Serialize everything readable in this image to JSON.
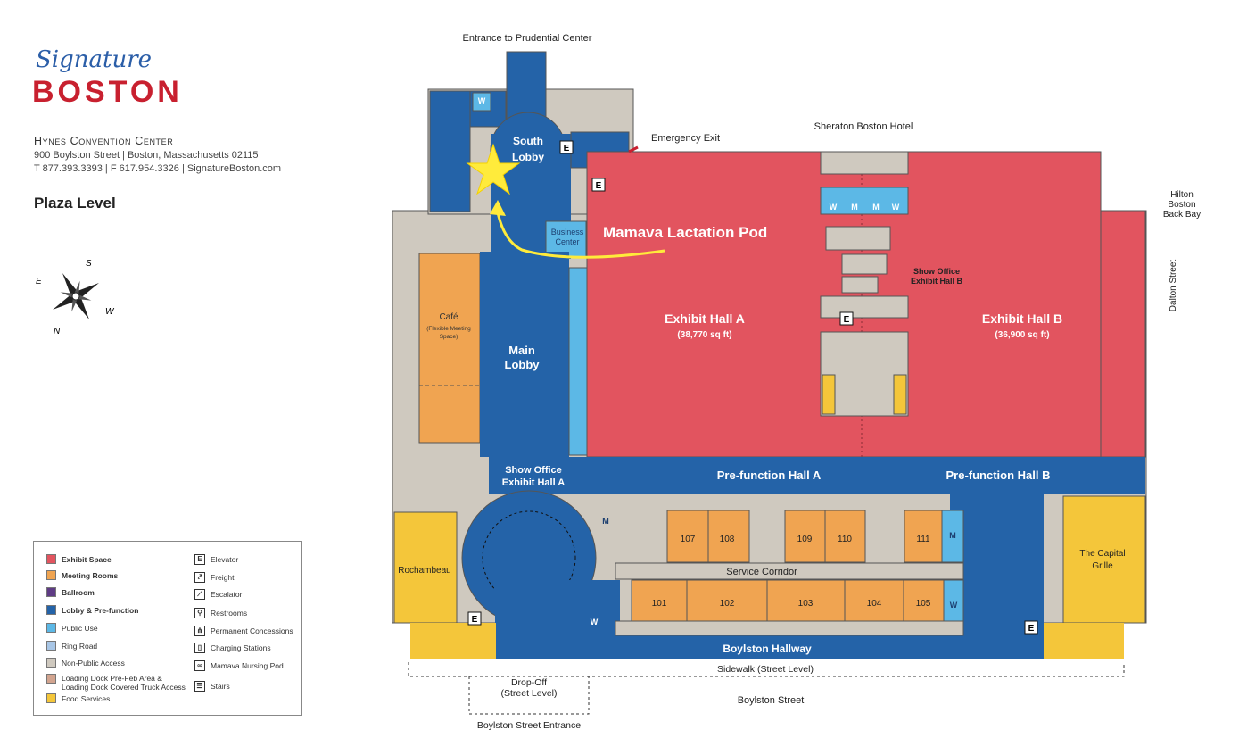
{
  "header": {
    "logo_script": "Signature",
    "logo_main": "BOSTON",
    "venue": "Hynes Convention Center",
    "address": "900 Boylston Street | Boston, Massachusetts 02115",
    "phone": "T 877.393.3393 | F 617.954.3326 | SignatureBoston.com",
    "level": "Plaza Level"
  },
  "compass": {
    "n": "N",
    "s": "S",
    "e": "E",
    "w": "W"
  },
  "streets": {
    "top": "Entrance to Prudential Center",
    "hotel": "Sheraton Boston Hotel",
    "hilton": [
      "Hilton",
      "Boston",
      "Back Bay"
    ],
    "dalton": "Dalton Street",
    "sidewalk": "Sidewalk (Street Level)",
    "boylston_street": "Boylston Street",
    "bottom": "Boylston Street Entrance",
    "emergency": "Emergency Exit",
    "dropoff": [
      "Drop-Off",
      "(Street Level)"
    ]
  },
  "rooms": {
    "south_lobby": [
      "South",
      "Lobby"
    ],
    "business_center": [
      "Business",
      "Center"
    ],
    "cafe": "Café",
    "cafe_note": [
      "(Flexible Meeting",
      "Space)"
    ],
    "main_lobby": [
      "Main",
      "Lobby"
    ],
    "exhibit_a": "Exhibit Hall A",
    "exhibit_a_size": "(38,770 sq ft)",
    "exhibit_b": "Exhibit Hall B",
    "exhibit_b_size": "(36,900 sq ft)",
    "show_office_b": [
      "Show Office",
      "Exhibit Hall B"
    ],
    "show_office_a": [
      "Show Office",
      "Exhibit Hall A"
    ],
    "prefunction_a": "Pre-function Hall A",
    "prefunction_b": "Pre-function Hall B",
    "service_corridor": "Service Corridor",
    "boylston_hallway": "Boylston Hallway",
    "rochambeau": "Rochambeau",
    "capital_grille": [
      "The Capital",
      "Grille"
    ],
    "meeting_top": [
      "107",
      "108",
      "109",
      "110",
      "111"
    ],
    "meeting_bottom": [
      "101",
      "102",
      "103",
      "104",
      "105"
    ]
  },
  "annotation": {
    "label": "Mamava Lactation Pod",
    "color": "#ffeb3b"
  },
  "symbols": {
    "elevator": "E",
    "women": "W",
    "men": "M"
  },
  "legend": {
    "colors": [
      {
        "label": "Exhibit Space",
        "color": "#e2545f"
      },
      {
        "label": "Meeting Rooms",
        "color": "#f0a451"
      },
      {
        "label": "Ballroom",
        "color": "#5e3b84"
      },
      {
        "label": "Lobby & Pre-function",
        "color": "#2463a8"
      },
      {
        "label": "Public Use",
        "color": "#5cb8e6"
      },
      {
        "label": "Ring Road",
        "color": "#a8c6e6"
      },
      {
        "label": "Non-Public Access",
        "color": "#cfc9bf"
      },
      {
        "label": "Loading Dock Pre-Feb Area &",
        "label2": "Loading Dock Covered Truck Access",
        "color": "#d2a48f"
      },
      {
        "label": "Food Services",
        "color": "#f4c63a"
      }
    ],
    "icons": [
      {
        "label": "Elevator",
        "icon": "elevator-icon",
        "glyph": "E"
      },
      {
        "label": "Freight",
        "icon": "freight-icon",
        "glyph": "⤤"
      },
      {
        "label": "Escalator",
        "icon": "escalator-icon",
        "glyph": "⟋"
      },
      {
        "label": "Restrooms",
        "icon": "restroom-icon",
        "glyph": "⚲"
      },
      {
        "label": "Permanent Concessions",
        "icon": "concessions-icon",
        "glyph": "⋔"
      },
      {
        "label": "Charging Stations",
        "icon": "charging-icon",
        "glyph": "▯"
      },
      {
        "label": "Mamava Nursing Pod",
        "icon": "nursing-pod-icon",
        "glyph": "∞"
      },
      {
        "label": "Stairs",
        "icon": "stairs-icon",
        "glyph": "☰"
      }
    ]
  }
}
